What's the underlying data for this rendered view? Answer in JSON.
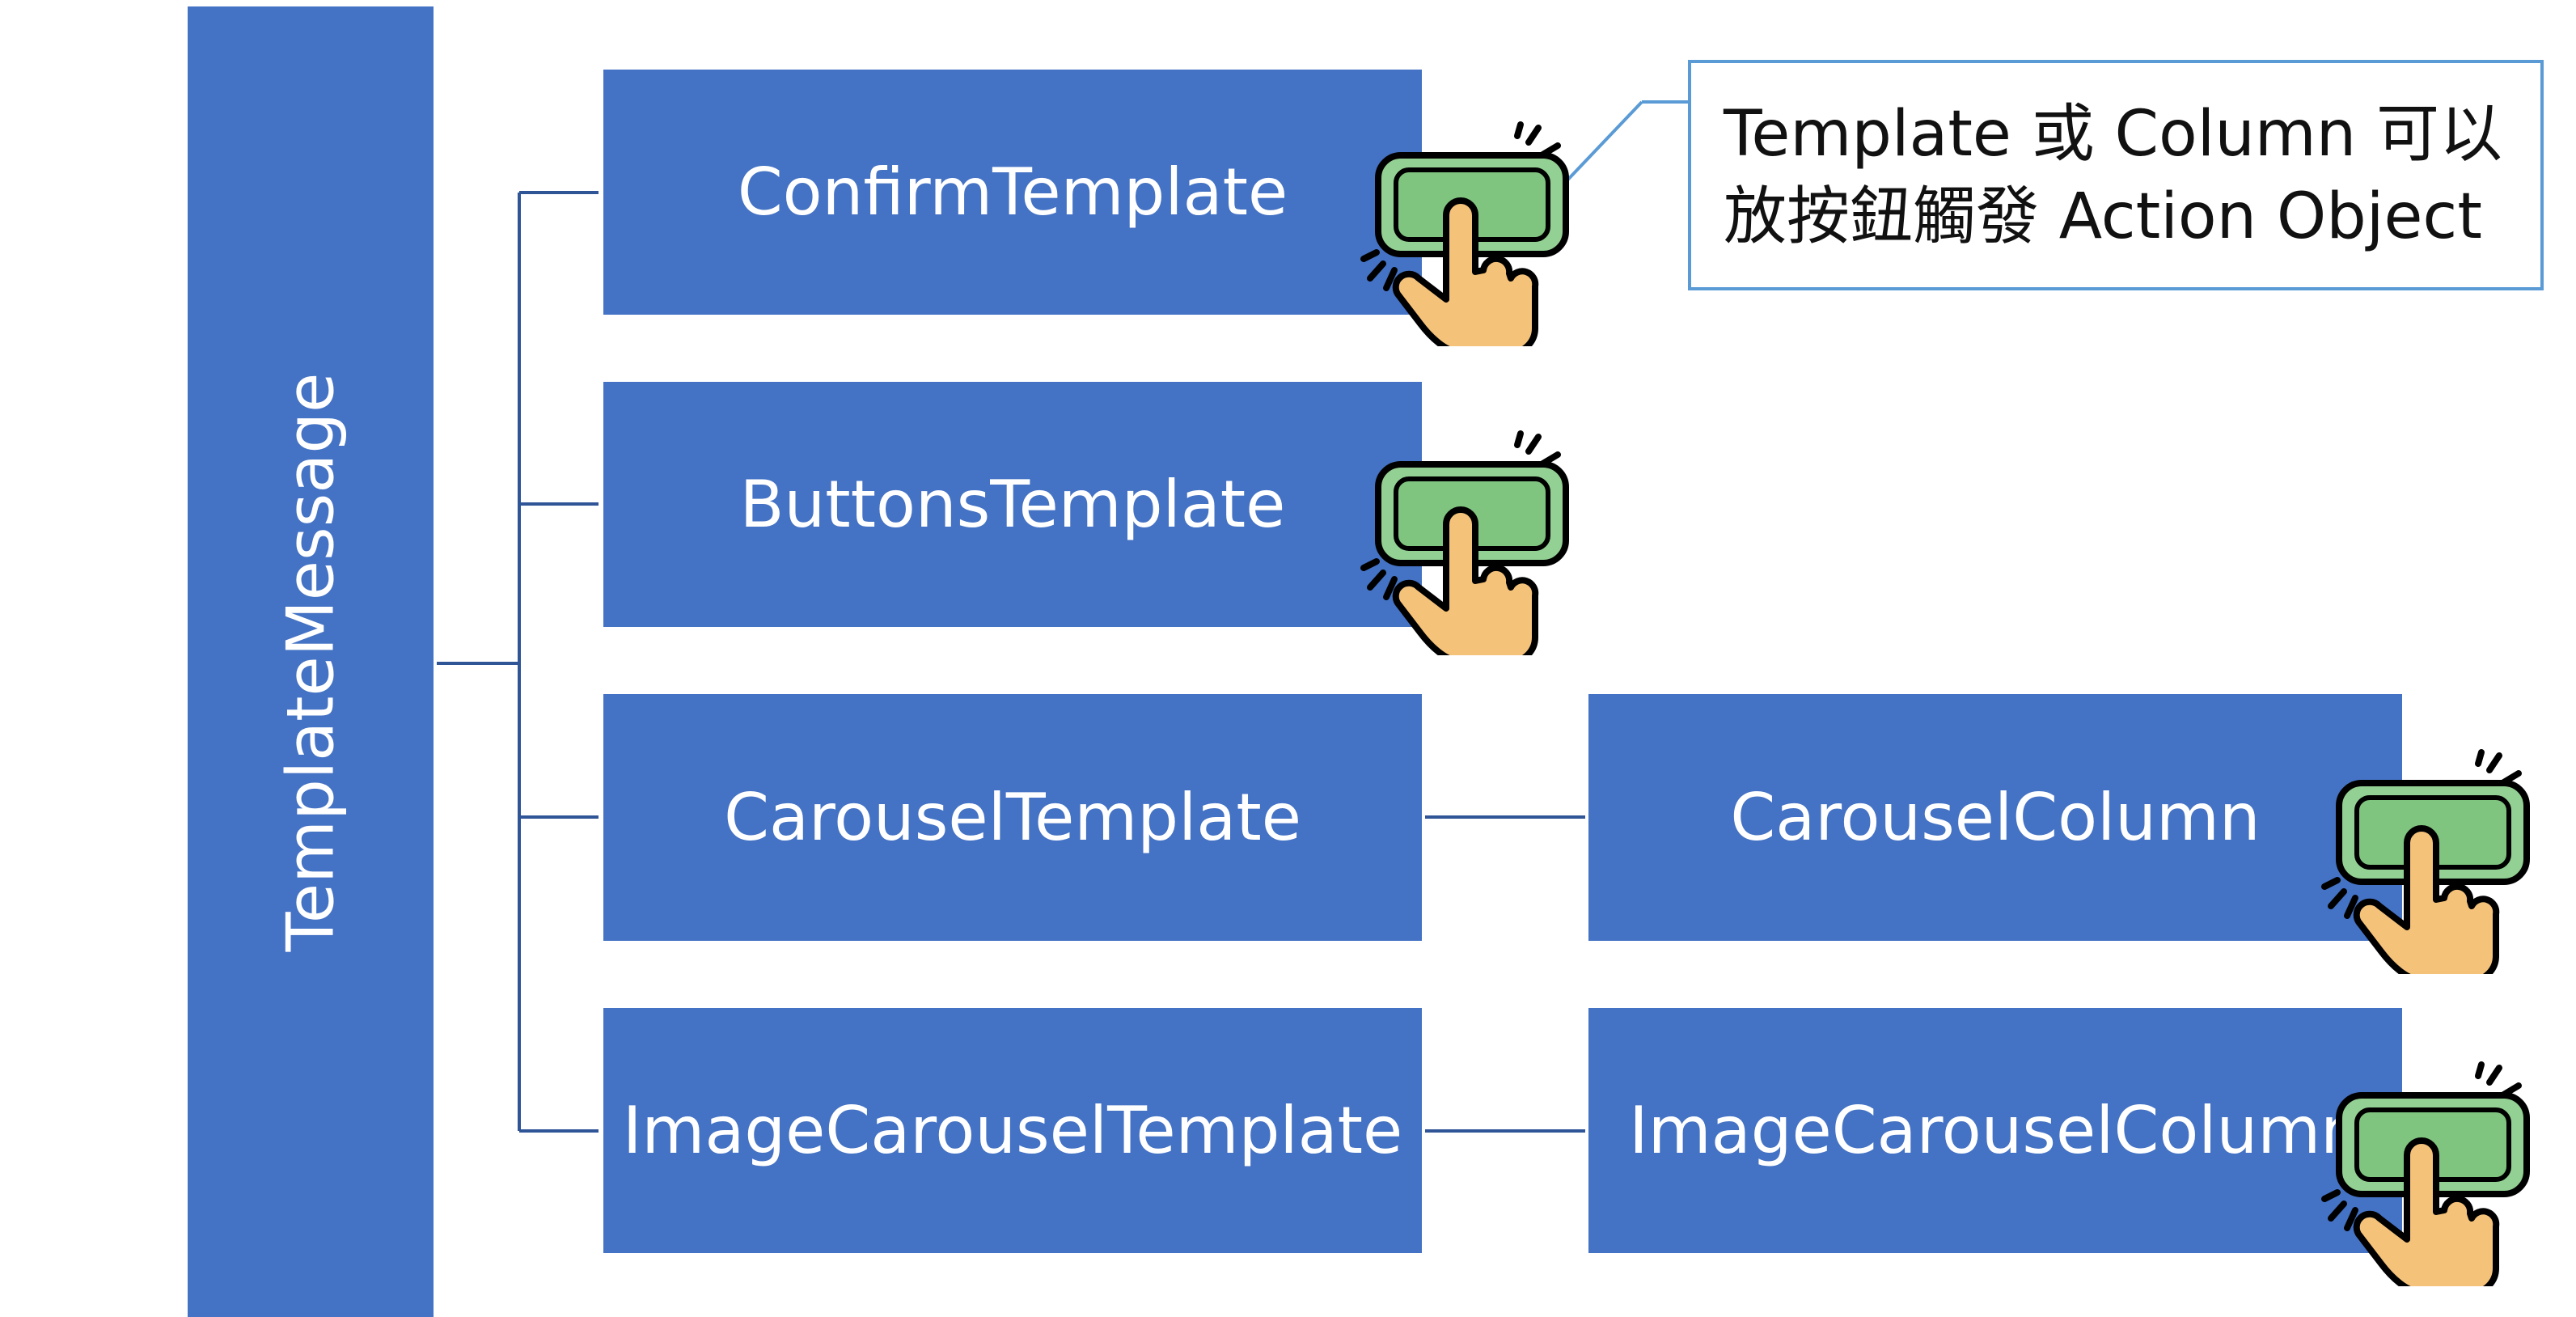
{
  "diagram": {
    "root": {
      "label": "TemplateMessage"
    },
    "templates": [
      {
        "label": "ConfirmTemplate"
      },
      {
        "label": "ButtonsTemplate"
      },
      {
        "label": "CarouselTemplate"
      },
      {
        "label": "ImageCarouselTemplate"
      }
    ],
    "columns": [
      {
        "label": "CarouselColumn"
      },
      {
        "label": "ImageCarouselColumn"
      }
    ],
    "callout": {
      "line1": "Template 或 Column 可以",
      "line2": "放按鈕觸發 Action Object"
    },
    "colors": {
      "box": "#4472C4",
      "connector": "#2F5597",
      "callout_border": "#5B9BD5",
      "button_fill": "#93D093",
      "hand_fill": "#F5C27A"
    },
    "icons": [
      "tap-button-icon"
    ]
  }
}
